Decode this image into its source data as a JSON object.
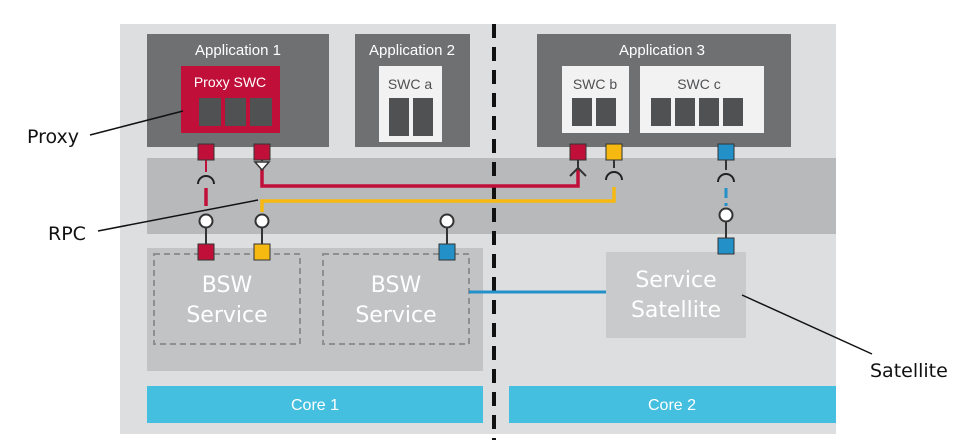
{
  "applications": {
    "app1": {
      "title": "Application 1",
      "proxy_swc": "Proxy SWC"
    },
    "app2": {
      "title": "Application 2",
      "swc": "SWC a"
    },
    "app3": {
      "title": "Application 3",
      "swc_b": "SWC b",
      "swc_c": "SWC c"
    }
  },
  "services": {
    "bsw1": [
      "BSW",
      "Service"
    ],
    "bsw2": [
      "BSW",
      "Service"
    ],
    "satellite": [
      "Service",
      "Satellite"
    ]
  },
  "cores": {
    "core1": "Core 1",
    "core2": "Core 2"
  },
  "callouts": {
    "proxy": "Proxy",
    "rpc": "RPC",
    "satellite": "Satellite"
  },
  "colors": {
    "background": "#dcdedf",
    "app_box": "#6f7072",
    "swc_box": "#f2f2f2",
    "swc_slot": "#505153",
    "rte_band": "#b8b9bb",
    "bsw_area": "#c2c3c4",
    "satellite_box": "#c9cacb",
    "core_bar": "#45bfdf",
    "red": "#c0103a",
    "yellow": "#f6b912",
    "blue": "#2390c8"
  }
}
